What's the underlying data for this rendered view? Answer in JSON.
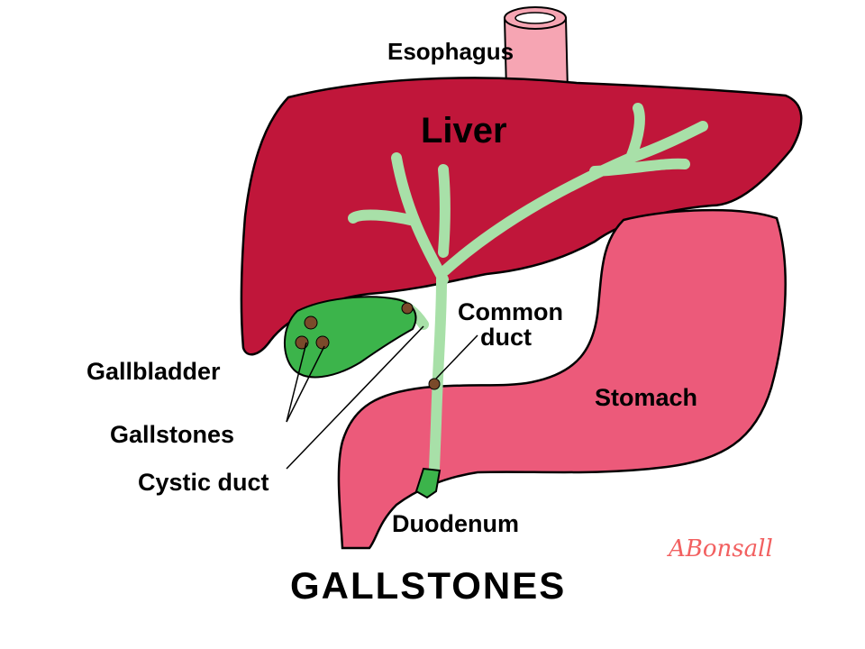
{
  "labels": {
    "esophagus": "Esophagus",
    "liver": "Liver",
    "common_duct": [
      "Common",
      "duct"
    ],
    "gallbladder": "Gallbladder",
    "stomach": "Stomach",
    "gallstones": "Gallstones",
    "cystic_duct": "Cystic duct",
    "duodenum": "Duodenum",
    "title": "GALLSTONES"
  },
  "signature": "ABonsall",
  "colors": {
    "liver": "#C0163A",
    "stomach": "#EC5A7A",
    "esophagus": "#F6A5B3",
    "duct": "#A8E0A8",
    "gallbladder": "#3CB44B",
    "stone": "#7A4A2A",
    "outline": "#000000",
    "signature": "#F26060"
  }
}
